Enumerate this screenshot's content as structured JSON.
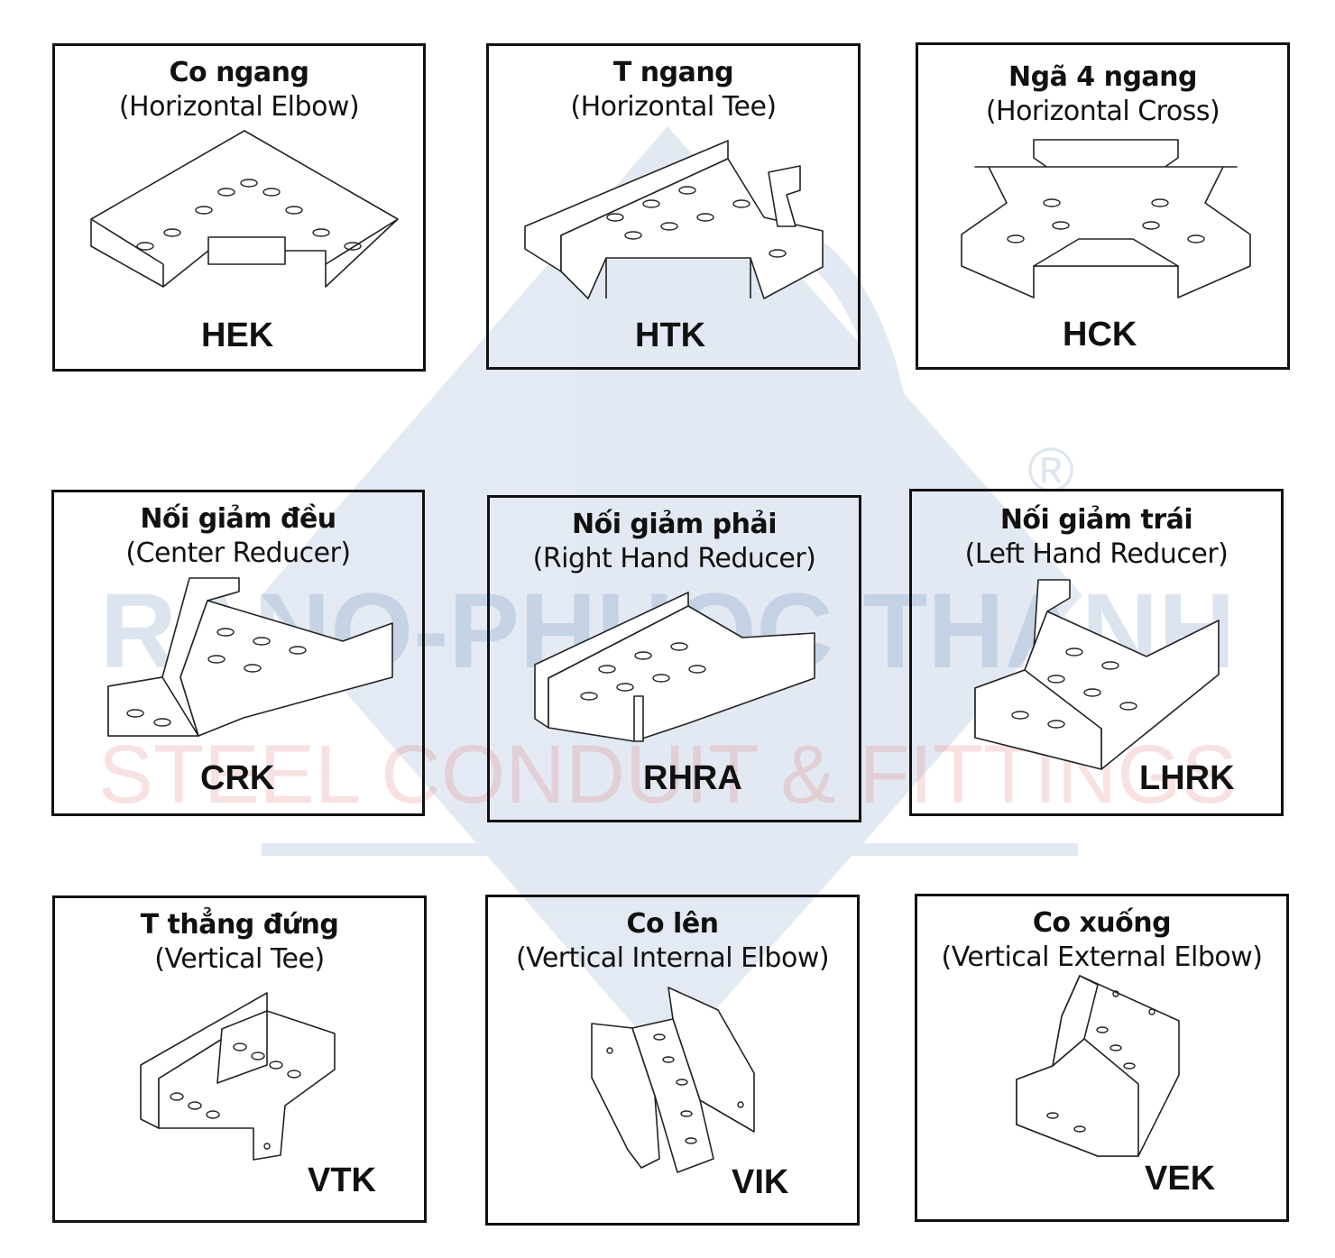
{
  "watermark": {
    "brand_line": "RANO-PHUOC THANH",
    "tagline": "STEEL CONDUIT & FITTINGS",
    "registered_mark": "®",
    "brand_color": "#2f5fa3",
    "tagline_color": "#d94b4b"
  },
  "fittings": [
    {
      "name_vi": "Co ngang",
      "name_en": "(Horizontal Elbow)",
      "code": "HEK",
      "icon": "horizontal-elbow-icon"
    },
    {
      "name_vi": "T ngang",
      "name_en": "(Horizontal Tee)",
      "code": "HTK",
      "icon": "horizontal-tee-icon"
    },
    {
      "name_vi": "Ngã 4 ngang",
      "name_en": "(Horizontal Cross)",
      "code": "HCK",
      "icon": "horizontal-cross-icon"
    },
    {
      "name_vi": "Nối giảm đều",
      "name_en": "(Center Reducer)",
      "code": "CRK",
      "icon": "center-reducer-icon"
    },
    {
      "name_vi": "Nối giảm phải",
      "name_en": "(Right Hand Reducer)",
      "code": "RHRA",
      "icon": "right-hand-reducer-icon"
    },
    {
      "name_vi": "Nối giảm trái",
      "name_en": "(Left Hand Reducer)",
      "code": "LHRK",
      "icon": "left-hand-reducer-icon"
    },
    {
      "name_vi": "T thẳng đứng",
      "name_en": "(Vertical Tee)",
      "code": "VTK",
      "icon": "vertical-tee-icon"
    },
    {
      "name_vi": "Co lên",
      "name_en": "(Vertical Internal Elbow)",
      "code": "VIK",
      "icon": "vertical-internal-elbow-icon"
    },
    {
      "name_vi": "Co xuống",
      "name_en": "(Vertical External Elbow)",
      "code": "VEK",
      "icon": "vertical-external-elbow-icon"
    }
  ]
}
